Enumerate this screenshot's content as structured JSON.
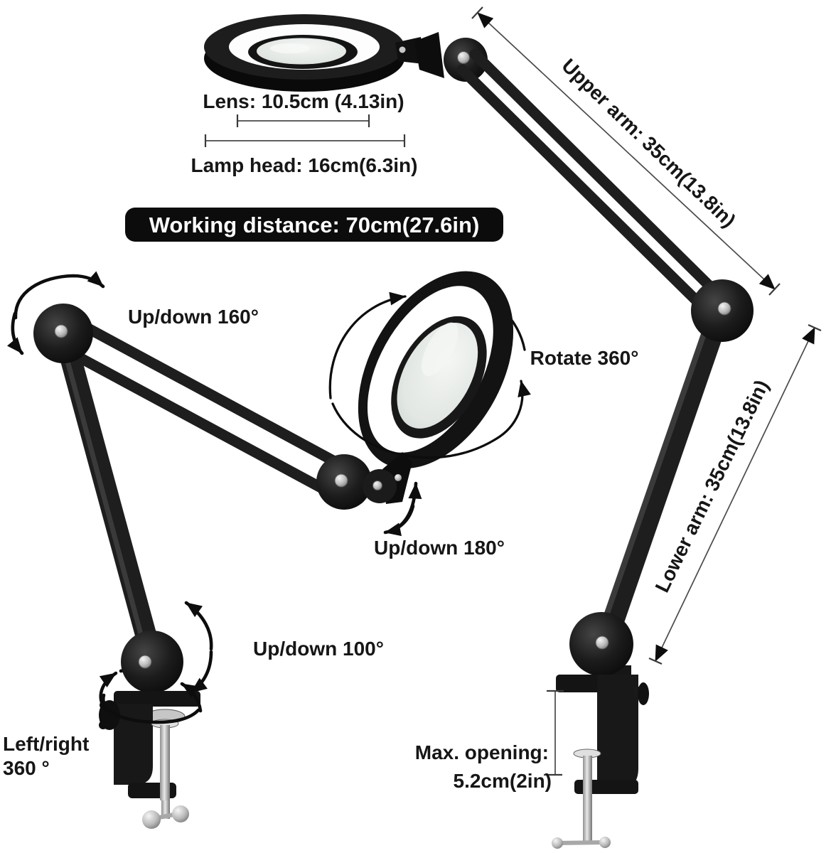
{
  "labels": {
    "lens": "Lens: 10.5cm (4.13in)",
    "lamp_head": "Lamp head: 16cm(6.3in)",
    "working_distance": "Working distance: 70cm(27.6in)",
    "upper_arm": "Upper arm: 35cm(13.8in)",
    "lower_arm": "Lower arm: 35cm(13.8in)",
    "rotate_360": "Rotate 360°",
    "up_down_160": "Up/down 160°",
    "up_down_180": "Up/down 180°",
    "up_down_100": "Up/down 100°",
    "left_right_line1": "Left/right",
    "left_right_line2": "360 °",
    "max_opening_line1": "Max. opening:",
    "max_opening_line2": "5.2cm(2in)"
  },
  "colors": {
    "background": "#ffffff",
    "product_black": "#141414",
    "metal_silver": "#c9c9c9",
    "banner_background": "#0c0c0c",
    "banner_text": "#ffffff",
    "label_text": "#161616",
    "dimension_line": "#4a4a4a"
  }
}
